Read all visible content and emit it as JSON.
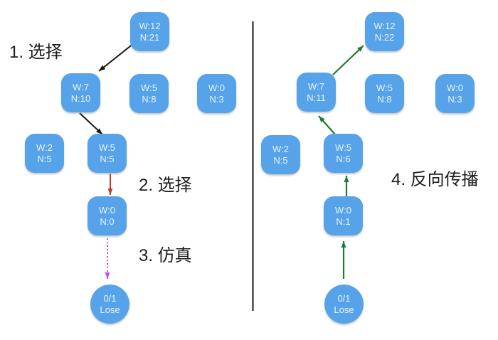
{
  "diagram_title": "MCTS steps diagram",
  "colors": {
    "node-blue": "#57A3EA",
    "node-text": "#EAF3FC",
    "arrow-black": "#141414",
    "arrow-red": "#C43A2E",
    "arrow-purple": "#B455E8",
    "arrow-green": "#1D7A33",
    "divider": "#151515",
    "label-text": "#1D1D1D",
    "bg": "#FFFFFF"
  },
  "panels": {
    "left": {
      "step_labels": {
        "step1": "1. 选择",
        "step2": "2. 选择",
        "step3": "3. 仿真"
      },
      "nodes": [
        {
          "w": "W:12",
          "n": "N:21"
        },
        {
          "w": "W:7",
          "n": "N:10"
        },
        {
          "w": "W:5",
          "n": "N:8"
        },
        {
          "w": "W:0",
          "n": "N:3"
        },
        {
          "w": "W:2",
          "n": "N:5"
        },
        {
          "w": "W:5",
          "n": "N:5"
        },
        {
          "w": "W:0",
          "n": "N:0"
        }
      ],
      "leaf": {
        "line1": "0/1",
        "line2": "Lose"
      }
    },
    "right": {
      "step_labels": {
        "step4": "4. 反向传播"
      },
      "nodes": [
        {
          "w": "W:12",
          "n": "N:22"
        },
        {
          "w": "W:7",
          "n": "N:11"
        },
        {
          "w": "W:5",
          "n": "N:8"
        },
        {
          "w": "W:0",
          "n": "N:3"
        },
        {
          "w": "W:2",
          "n": "N:5"
        },
        {
          "w": "W:5",
          "n": "N:6"
        },
        {
          "w": "W:0",
          "n": "N:1"
        }
      ],
      "leaf": {
        "line1": "0/1",
        "line2": "Lose"
      }
    }
  }
}
